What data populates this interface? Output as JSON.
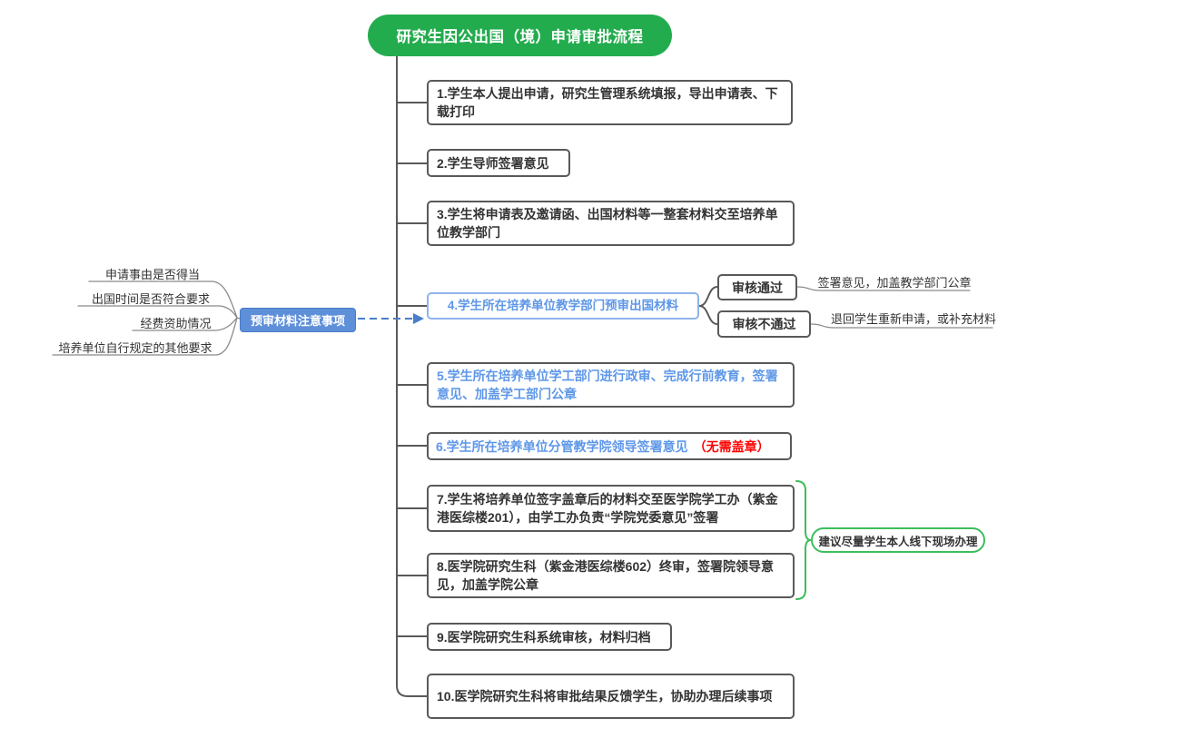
{
  "title": "研究生因公出国（境）申请审批流程",
  "steps": [
    {
      "text": "1.学生本人提出申请，研究生管理系统填报，导出申请表、下载打印"
    },
    {
      "text": "2.学生导师签署意见"
    },
    {
      "text": "3.学生将申请表及邀请函、出国材料等一整套材料交至培养单位教学部门"
    },
    {
      "text": "4.学生所在培养单位教学部门预审出国材料"
    },
    {
      "text": "5.学生所在培养单位学工部门进行政审、完成行前教育，签署意见、加盖学工部门公章"
    },
    {
      "text": "6.学生所在培养单位分管教学院领导签署意见",
      "suffix": "（无需盖章）"
    },
    {
      "text": "7.学生将培养单位签字盖章后的材料交至医学院学工办（紫金港医综楼201），由学工办负责“学院党委意见”签署"
    },
    {
      "text": "8.医学院研究生科（紫金港医综楼602）终审，签署院领导意见，加盖学院公章"
    },
    {
      "text": "9.医学院研究生科系统审核，材料归档"
    },
    {
      "text": "10.医学院研究生科将审批结果反馈学生，协助办理后续事项"
    }
  ],
  "pre_review": {
    "label": "预审材料注意事项",
    "items": [
      "申请事由是否得当",
      "出国时间是否符合要求",
      "经费资助情况",
      "培养单位自行规定的其他要求"
    ]
  },
  "review": {
    "pass_label": "审核通过",
    "pass_result": "签署意见，加盖教学部门公章",
    "fail_label": "审核不通过",
    "fail_result": "退回学生重新申请，或补充材料"
  },
  "brace_note": "建议尽量学生本人线下现场办理",
  "colors": {
    "title_green": "#23AC4E",
    "note_green": "#3DBD5D",
    "node_blue_fill": "#5E8FD9",
    "blue_text": "#5E97E8",
    "alert_red": "#FF0000",
    "line_dark": "#595959",
    "line_light": "#8A8A8A",
    "arrow_blue": "#4A7EC8"
  }
}
